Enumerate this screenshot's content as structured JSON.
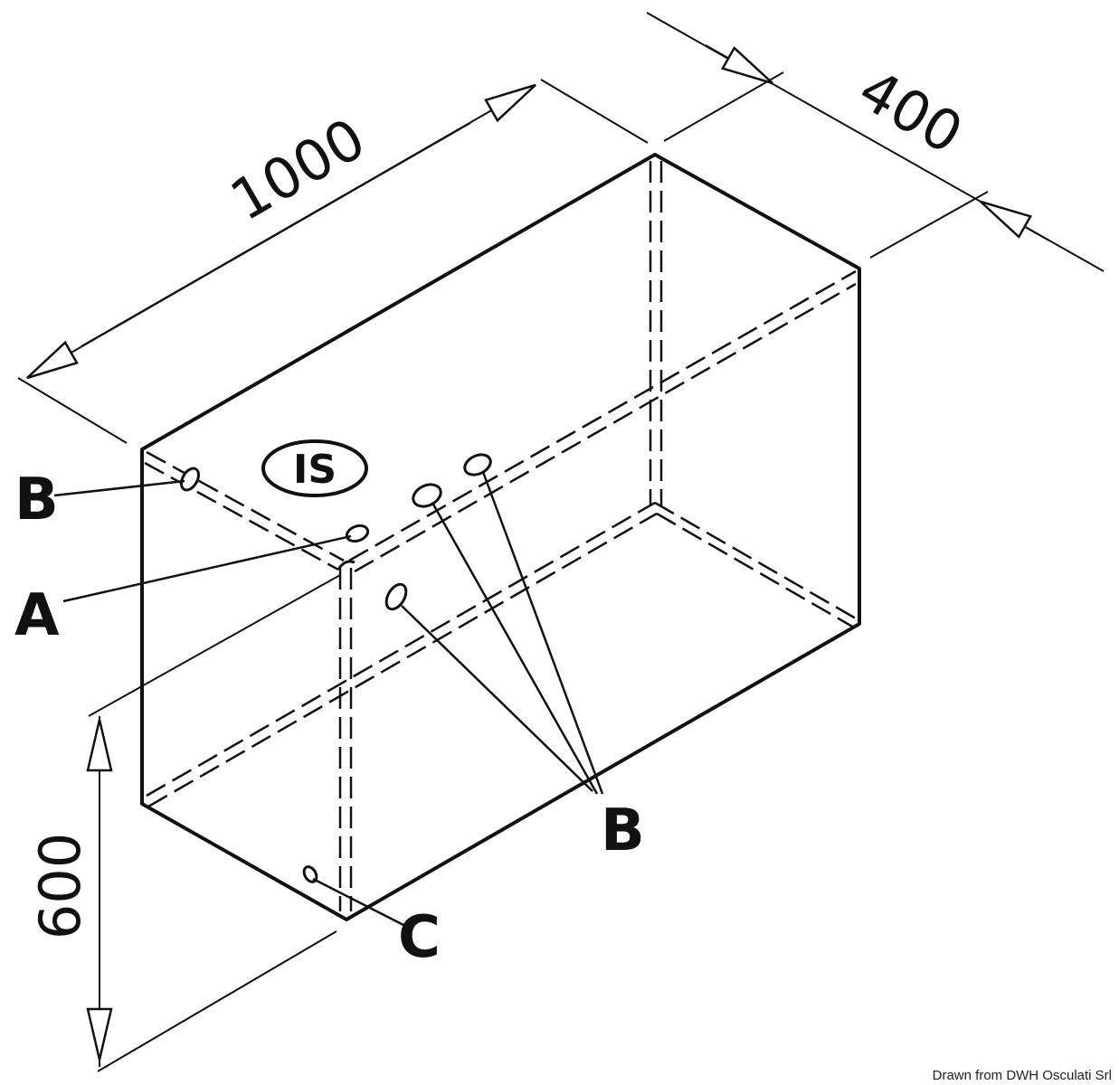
{
  "dimensions": {
    "length": "1000",
    "depth": "400",
    "height": "600"
  },
  "badge": "IS",
  "callouts": {
    "top_left": "B",
    "fitting_a": "A",
    "fittings_group": "B",
    "bottom_drain": "C"
  },
  "credit": "Drawn from DWH Osculati Srl",
  "colors": {
    "line": "#111111",
    "background": "#ffffff"
  }
}
